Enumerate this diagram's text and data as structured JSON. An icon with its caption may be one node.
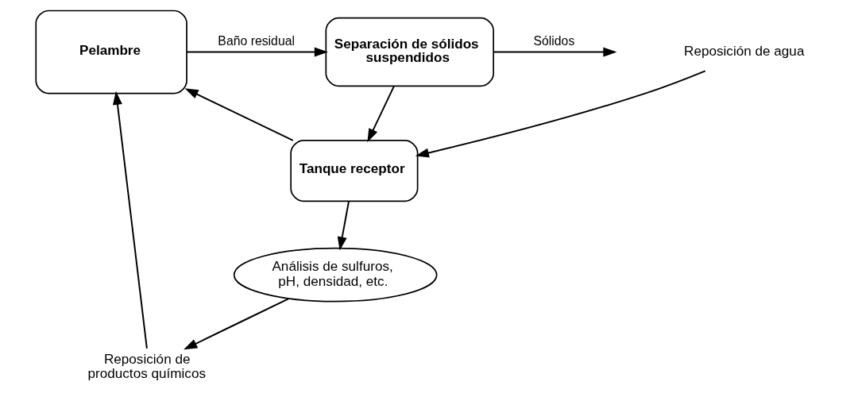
{
  "diagram": {
    "nodes": [
      {
        "text": [
          "Pelambre"
        ]
      },
      {
        "text": [
          "Separación de sólidos suspendidos"
        ]
      },
      {
        "text": [
          "Tanque receptor"
        ]
      },
      {
        "text": [
          "Reposición de productos químicos"
        ]
      },
      {
        "text": [
          "Análisis de sulfuros, pH, densidad, etc."
        ]
      },
      {
        "text": [
          "Reposición de agua"
        ]
      }
    ],
    "edges": [
      {
        "from": 0,
        "to": 1,
        "arrow": "to",
        "label": "Baño residual"
      },
      {
        "from": 1,
        "to": null,
        "arrow": "to",
        "label": "Sólidos"
      },
      {
        "from": 1,
        "to": 2,
        "arrow": "to"
      },
      {
        "from": 2,
        "to": 0,
        "arrow": "to"
      },
      {
        "from": 2,
        "to": 4,
        "arrow": "to"
      },
      {
        "from": 3,
        "to": 0,
        "arrow": "to"
      },
      {
        "from": 4,
        "to": 3,
        "arrow": "to"
      },
      {
        "from": 5,
        "to": 2,
        "arrow": "to"
      }
    ]
  }
}
